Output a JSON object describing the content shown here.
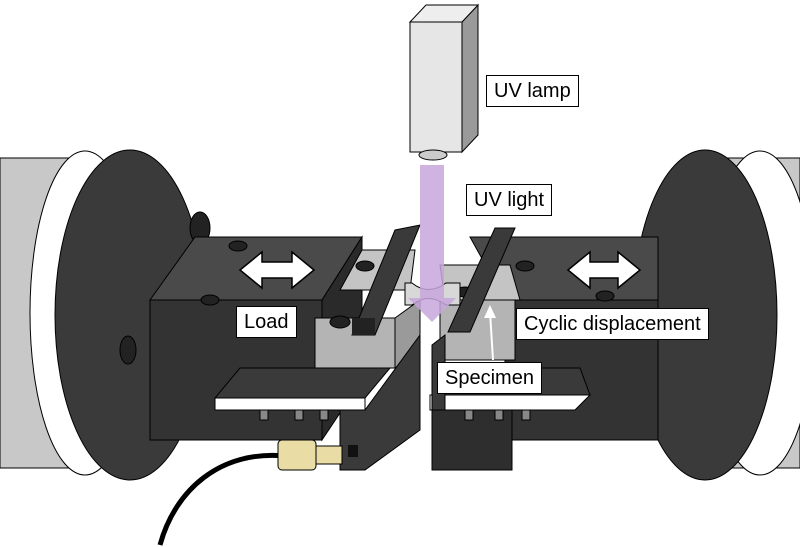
{
  "labels": {
    "uv_lamp": "UV lamp",
    "uv_light": "UV light",
    "load": "Load",
    "cyclic_displacement": "Cyclic displacement",
    "specimen": "Specimen"
  },
  "colors": {
    "uv_light": "#c7a6dc",
    "block_dark": "#3c3c3c",
    "grip_gray": "#b4b4b4",
    "cylinder_gray": "#c8c8c8",
    "connector": "#e9dca4"
  }
}
